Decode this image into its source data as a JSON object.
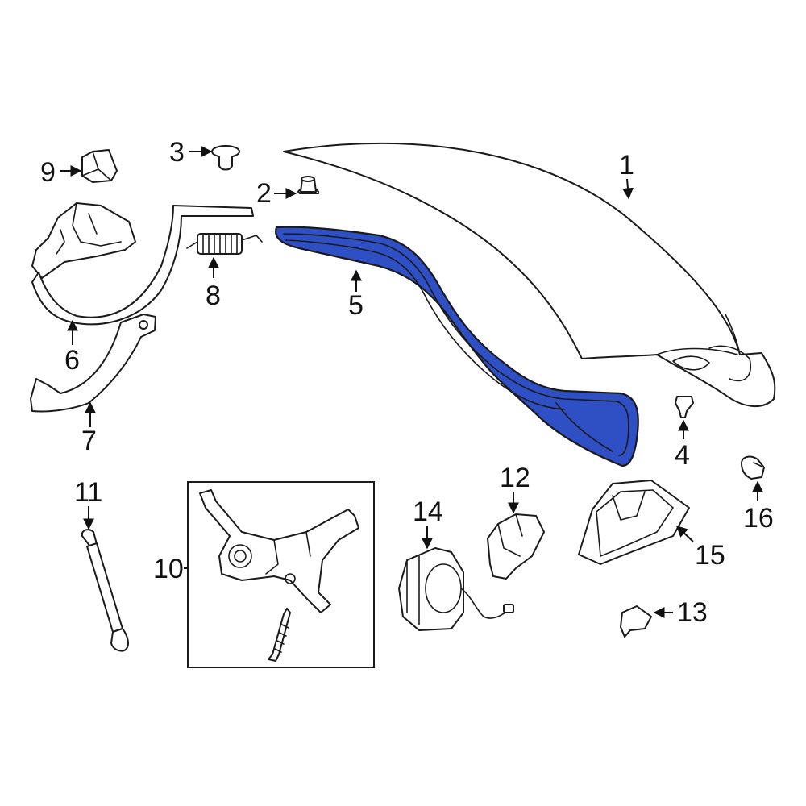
{
  "diagram": {
    "highlight_color": "#2f4fc4",
    "line_color": "#1a1a1a",
    "callouts": [
      {
        "id": "1",
        "text": "1"
      },
      {
        "id": "2",
        "text": "2"
      },
      {
        "id": "3",
        "text": "3"
      },
      {
        "id": "4",
        "text": "4"
      },
      {
        "id": "5",
        "text": "5"
      },
      {
        "id": "6",
        "text": "6"
      },
      {
        "id": "7",
        "text": "7"
      },
      {
        "id": "8",
        "text": "8"
      },
      {
        "id": "9",
        "text": "9"
      },
      {
        "id": "10",
        "text": "10"
      },
      {
        "id": "11",
        "text": "11"
      },
      {
        "id": "12",
        "text": "12"
      },
      {
        "id": "13",
        "text": "13"
      },
      {
        "id": "14",
        "text": "14"
      },
      {
        "id": "15",
        "text": "15"
      },
      {
        "id": "16",
        "text": "16"
      }
    ]
  }
}
